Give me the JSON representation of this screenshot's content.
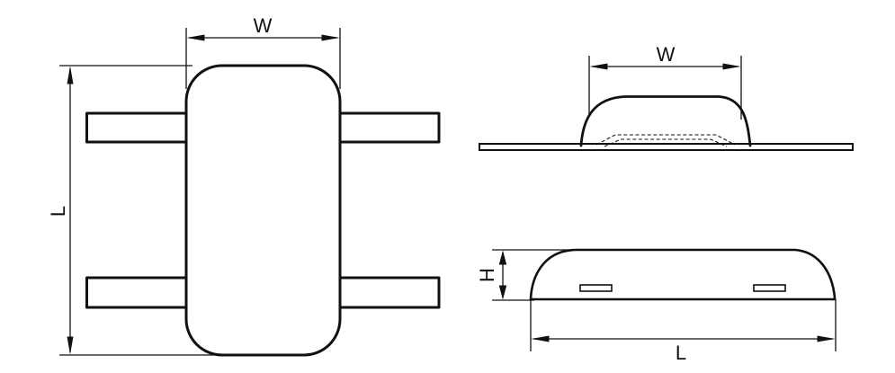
{
  "drawing": {
    "type": "technical-dimension-diagram",
    "line_color": "#111111",
    "background_color": "#ffffff",
    "views": {
      "top": {
        "width_label": "W",
        "length_label": "L"
      },
      "front": {
        "width_label": "W"
      },
      "side": {
        "height_label": "H",
        "length_label": "L"
      }
    }
  }
}
